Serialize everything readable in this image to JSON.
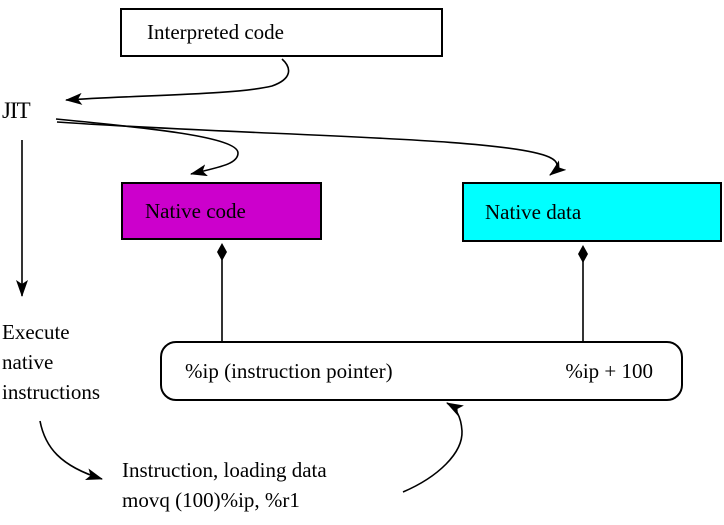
{
  "diagram": {
    "interpreted_box_label": "Interpreted code",
    "jit_label": "JIT",
    "native_code_label": "Native code",
    "native_data_label": "Native data",
    "pointer_box": {
      "left_label": "%ip (instruction pointer)",
      "right_label": "%ip + 100"
    },
    "execute_lines": [
      "Execute",
      "native",
      "instructions"
    ],
    "instruction_lines": [
      "Instruction, loading data",
      "movq (100)%ip, %r1"
    ],
    "colors": {
      "native_code_fill": "#CC00CC",
      "native_data_fill": "#00FFFF",
      "line_color": "#000000",
      "background": "#FFFFFF"
    }
  }
}
